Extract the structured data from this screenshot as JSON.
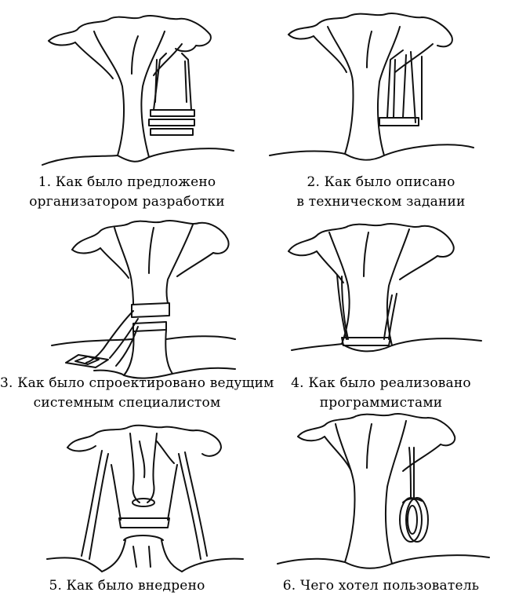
{
  "panels": [
    {
      "id": 1,
      "lines": [
        "1. Как было предложено",
        "организатором  разработки"
      ]
    },
    {
      "id": 2,
      "lines": [
        "2. Как было описано",
        "в  техническом  задании"
      ]
    },
    {
      "id": 3,
      "lines": [
        "3. Как было спроектировано ведущим",
        "системным  специалистом"
      ]
    },
    {
      "id": 4,
      "lines": [
        "4. Как было реализовано",
        "программистами"
      ]
    },
    {
      "id": 5,
      "lines": [
        "5. Как было внедрено"
      ]
    },
    {
      "id": 6,
      "lines": [
        "6. Чего хотел пользователь"
      ]
    }
  ]
}
